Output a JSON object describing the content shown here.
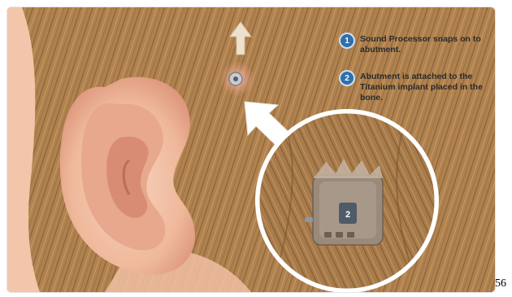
{
  "callouts": [
    {
      "number": "1",
      "text": "Sound Processor snaps on to abutment."
    },
    {
      "number": "2",
      "text": "Abutment is attached to the Titanium implant placed in the bone."
    }
  ],
  "processor_label": "2",
  "page_number": "56",
  "colors": {
    "hair": "#b0824f",
    "hair_dark": "#8a6238",
    "skin": "#f2c2a6",
    "skin_shadow": "#d9907a",
    "badge": "#2f6fae",
    "processor": "#9b8a79",
    "arrow": "#ffffff"
  },
  "icons": [
    "arrow-up-icon",
    "abutment-icon",
    "magnify-arrow-icon",
    "sound-processor-icon"
  ]
}
